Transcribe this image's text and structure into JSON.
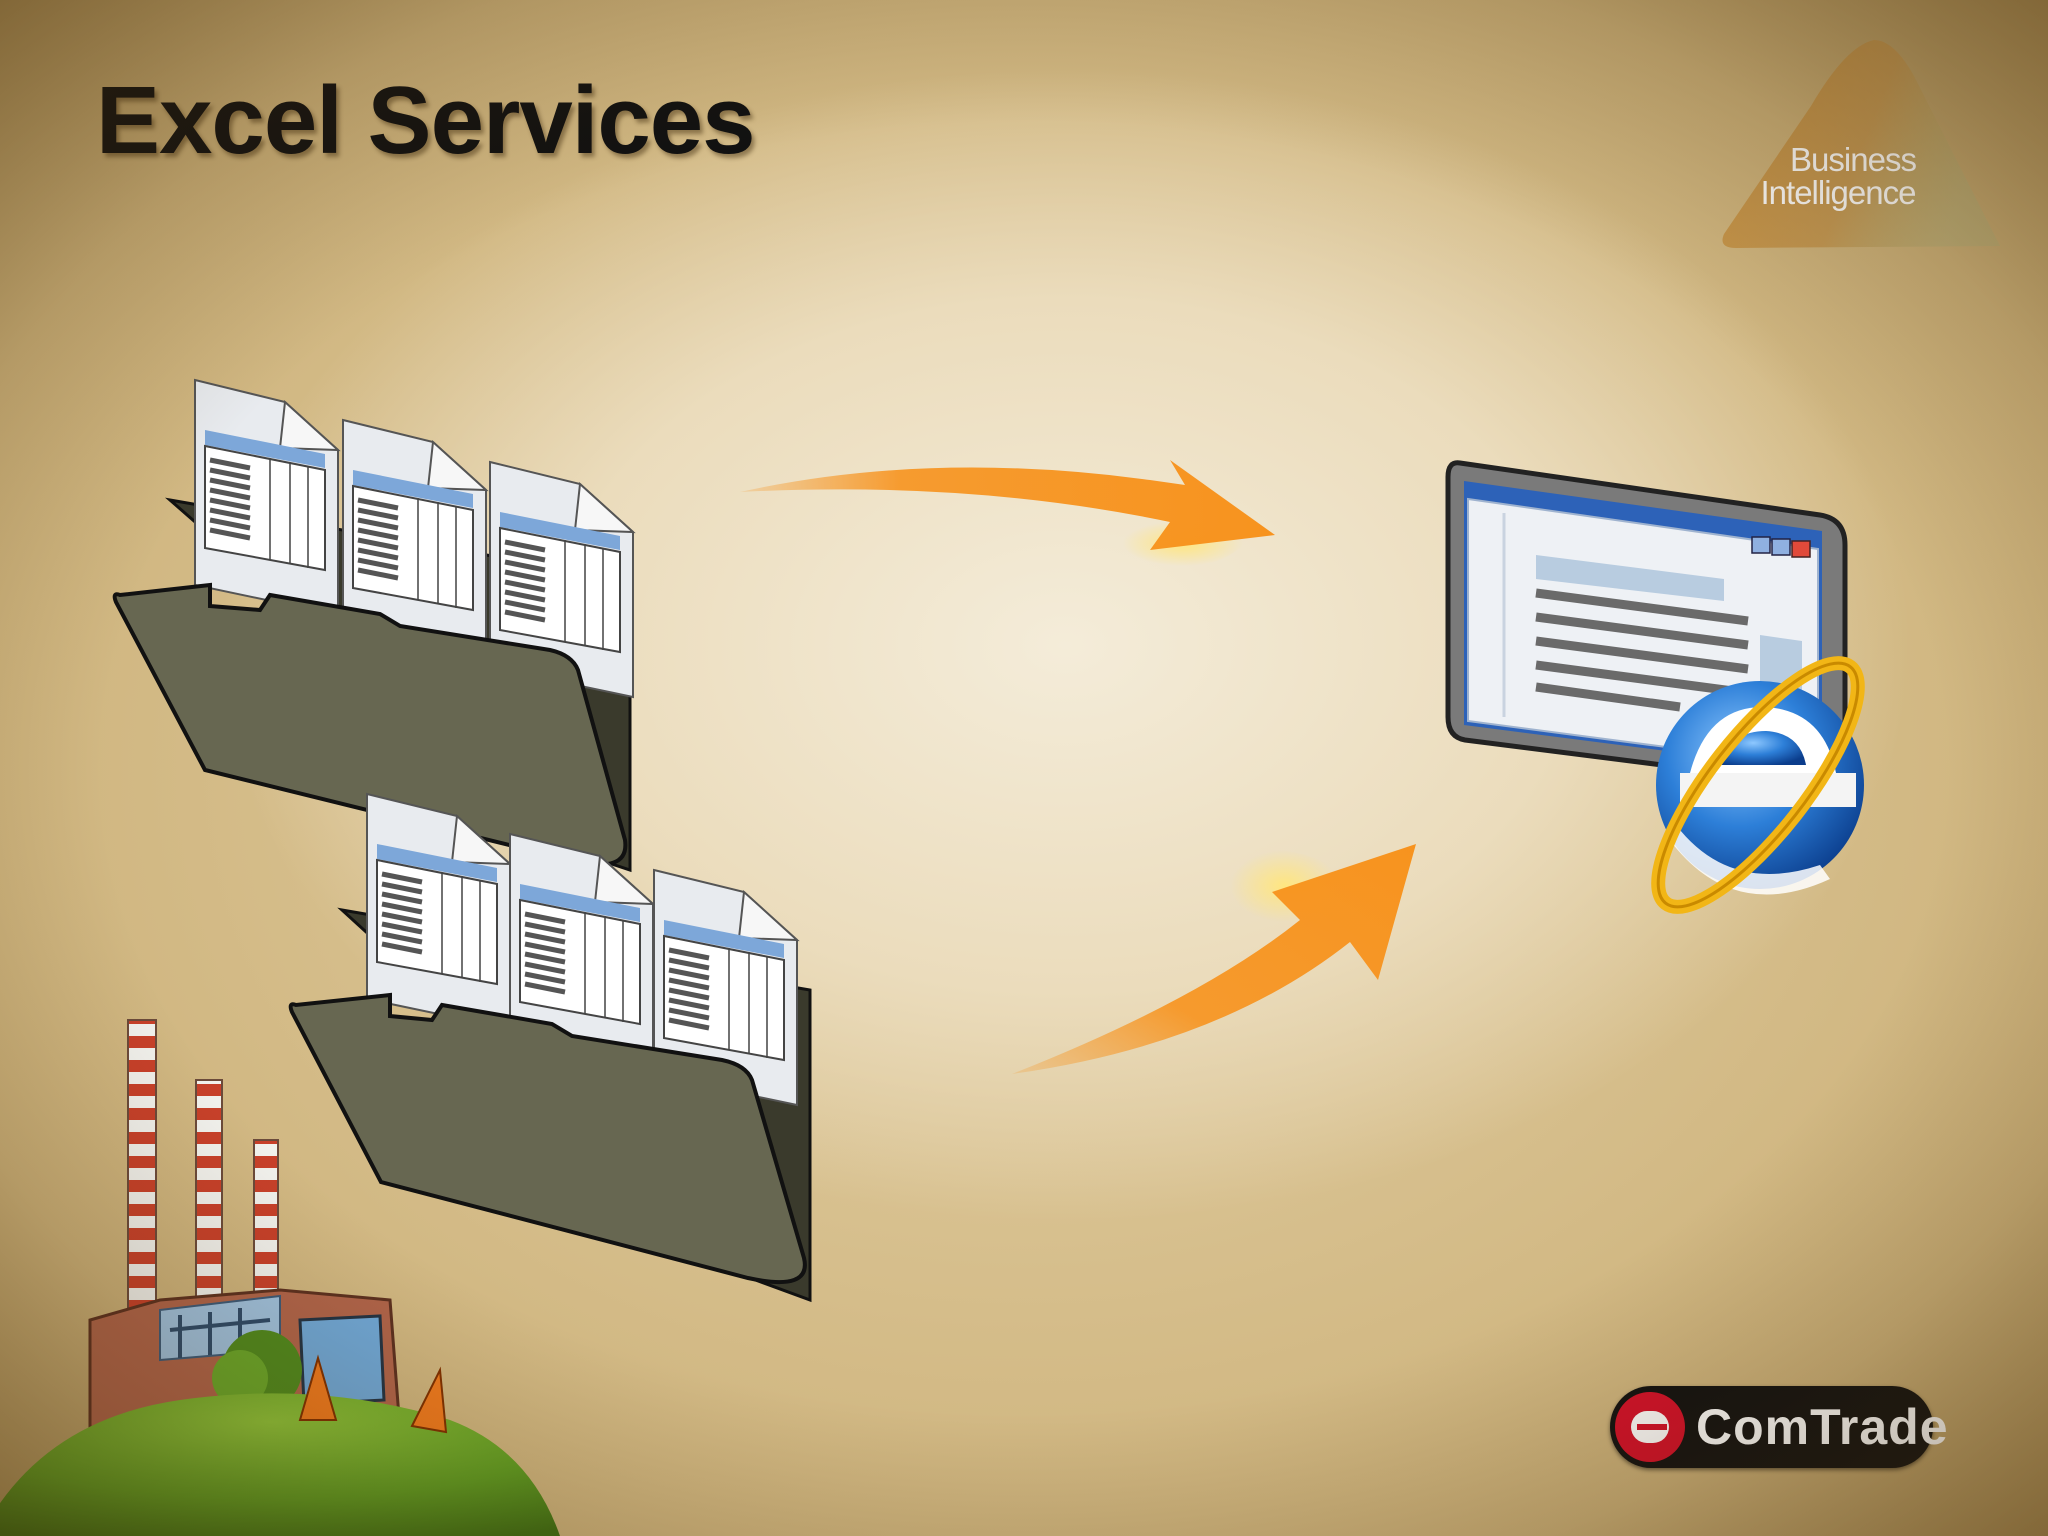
{
  "slide": {
    "title": "Excel Services",
    "badge": {
      "line1": "Business",
      "line2": "Intelligence"
    },
    "logo": {
      "text": "ComTrade",
      "icon": "comtrade-logo-icon"
    },
    "icons": {
      "folders": "spreadsheet-folder-icon",
      "arrows": "arrow-icon",
      "browser": "browser-window-icon",
      "ie": "internet-explorer-icon",
      "factory": "factory-illustration"
    },
    "colors": {
      "arrow": "#f7931e",
      "badge": "#c8944a",
      "folder": "#666650",
      "ie_blue": "#1e6fc8",
      "ie_ring": "#f2b616",
      "logo_red": "#d5102a"
    }
  }
}
